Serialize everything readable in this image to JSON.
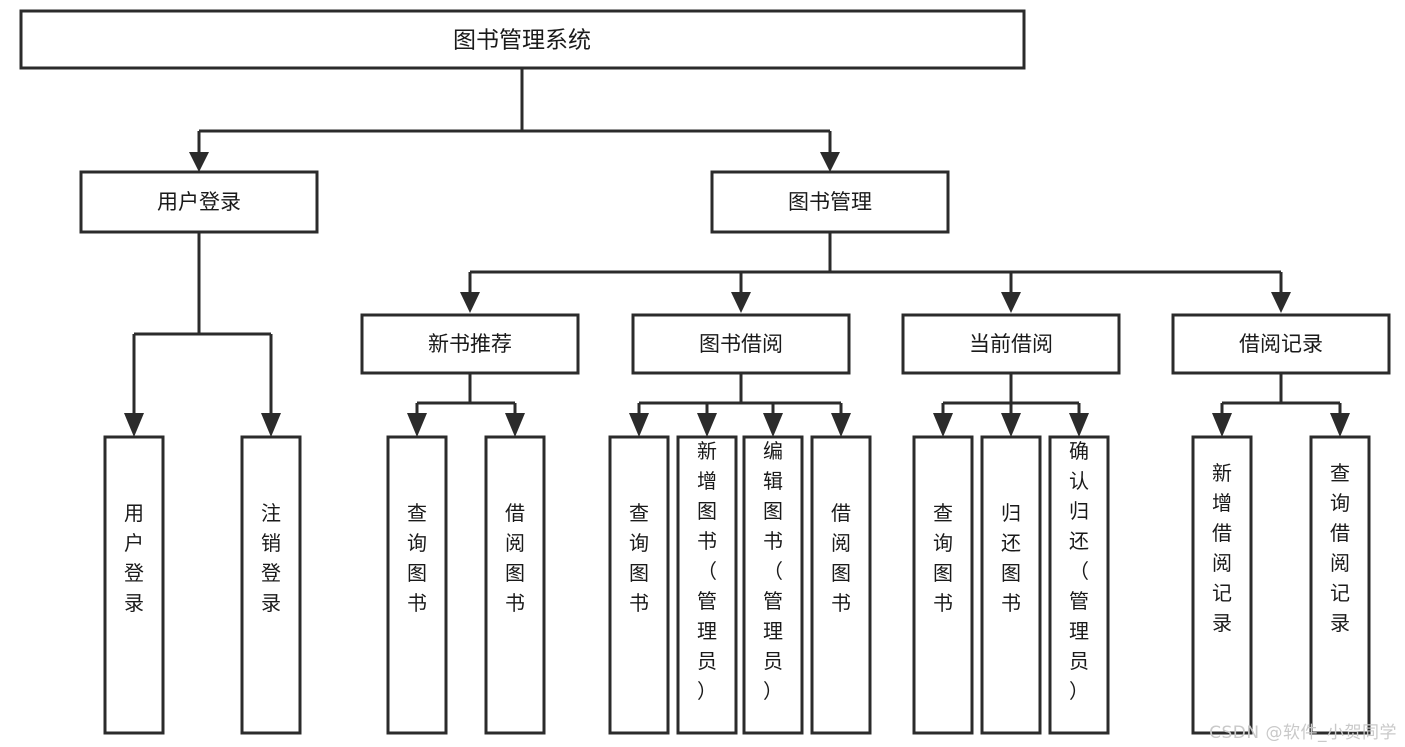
{
  "diagram": {
    "kind": "tree-hierarchy-chart",
    "title_node": {
      "label": "图书管理系统"
    },
    "level2": [
      {
        "id": "user-login",
        "label": "用户登录"
      },
      {
        "id": "book-management",
        "label": "图书管理"
      }
    ],
    "level3": [
      {
        "id": "new-book-recommend",
        "label": "新书推荐"
      },
      {
        "id": "book-borrow",
        "label": "图书借阅"
      },
      {
        "id": "current-borrow",
        "label": "当前借阅"
      },
      {
        "id": "borrow-record",
        "label": "借阅记录"
      }
    ],
    "leaves": {
      "user_login": [
        {
          "id": "leaf-user-login",
          "label": "用户登录"
        },
        {
          "id": "leaf-logout-login",
          "label": "注销登录"
        }
      ],
      "new_book_recommend": [
        {
          "id": "leaf-query-book-1",
          "label": "查询图书"
        },
        {
          "id": "leaf-borrow-book-1",
          "label": "借阅图书"
        }
      ],
      "book_borrow": [
        {
          "id": "leaf-query-book-2",
          "label": "查询图书"
        },
        {
          "id": "leaf-add-book",
          "label": "新增图书（管理员）"
        },
        {
          "id": "leaf-edit-book",
          "label": "编辑图书（管理员）"
        },
        {
          "id": "leaf-borrow-book-2",
          "label": "借阅图书"
        }
      ],
      "current_borrow": [
        {
          "id": "leaf-query-book-3",
          "label": "查询图书"
        },
        {
          "id": "leaf-return-book",
          "label": "归还图书"
        },
        {
          "id": "leaf-confirm-return",
          "label": "确认归还（管理员）"
        }
      ],
      "borrow_record": [
        {
          "id": "leaf-add-borrow-record",
          "label": "新增借阅记录"
        },
        {
          "id": "leaf-query-borrow-record",
          "label": "查询借阅记录"
        }
      ]
    },
    "colors": {
      "box_stroke": "#2b2b2b",
      "box_fill": "#ffffff",
      "text": "#1a1a1a",
      "background": "#ffffff",
      "watermark": "#c9c9c9"
    }
  },
  "watermark": {
    "text": "CSDN @软件_小贺同学"
  }
}
